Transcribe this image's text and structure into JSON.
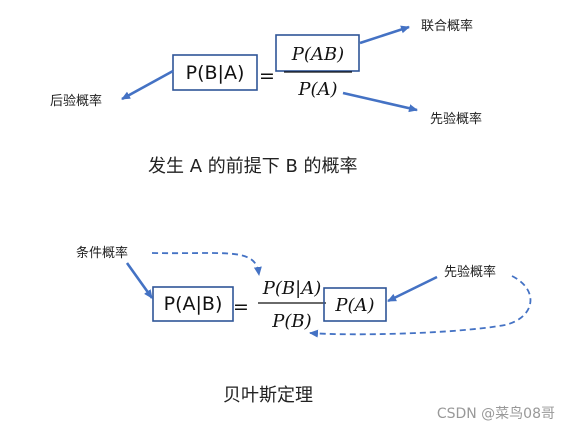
{
  "colors": {
    "arrow": "#4472c4",
    "box_border": "#2f5597",
    "text": "#1a1a1a"
  },
  "top": {
    "lhs": "P(B|A)",
    "equals": "=",
    "numerator": "P(AB)",
    "denominator": "P(A)",
    "label_joint": "联合概率",
    "label_posterior": "后验概率",
    "label_prior": "先验概率",
    "caption": "发生 A 的前提下 B 的概率"
  },
  "bottom": {
    "lhs": "P(A|B)",
    "equals": "=",
    "numerator": "P(B|A)",
    "denominator": "P(B)",
    "multiplier": "P(A)",
    "label_conditional": "条件概率",
    "label_prior": "先验概率",
    "caption": "贝叶斯定理"
  },
  "watermark": "CSDN @菜鸟08哥"
}
